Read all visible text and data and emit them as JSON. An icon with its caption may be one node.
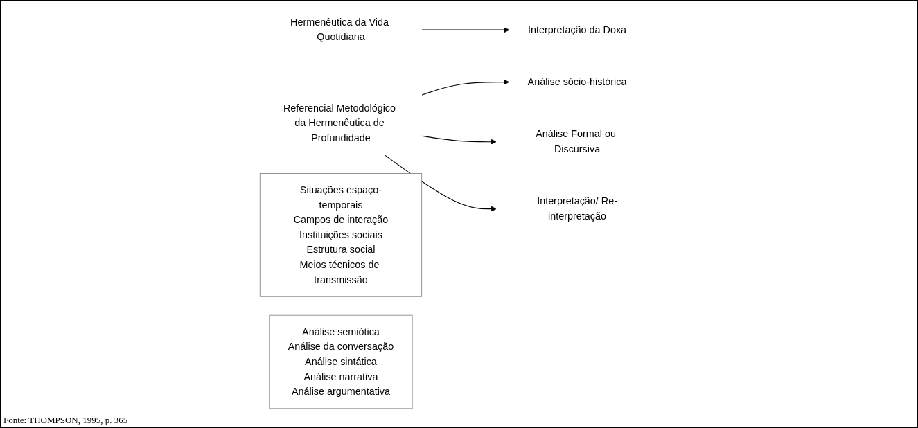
{
  "diagram": {
    "caption": "Fonte: THOMPSON, 1995, p. 365",
    "nodes": [
      {
        "text": [
          "Hermenêutica da Vida Quotidiana"
        ]
      },
      {
        "text": [
          "Interpretação da Doxa"
        ]
      },
      {
        "text": [
          "Referencial Metodológico da Hermenêutica de Profundidade"
        ]
      },
      {
        "text": [
          "Análise sócio-histórica"
        ]
      },
      {
        "text": [
          "Análise Formal ou Discursiva"
        ]
      },
      {
        "text": [
          "Interpretação/ Re-interpretação"
        ]
      },
      {
        "text": [
          "Situações espaço-temporais",
          "Campos de interação",
          "Instituições sociais",
          "Estrutura social",
          "Meios técnicos de transmissão"
        ]
      },
      {
        "text": [
          "Análise semiótica",
          "Análise da conversação",
          "Análise sintática",
          "Análise narrativa",
          "Análise argumentativa"
        ]
      }
    ],
    "edges": [
      {
        "from": 0,
        "to": 1,
        "arrow": "to"
      },
      {
        "from": 2,
        "to": 3,
        "arrow": "to"
      },
      {
        "from": 2,
        "to": 4,
        "arrow": "to"
      },
      {
        "from": 2,
        "to": 5,
        "arrow": "to"
      }
    ]
  }
}
